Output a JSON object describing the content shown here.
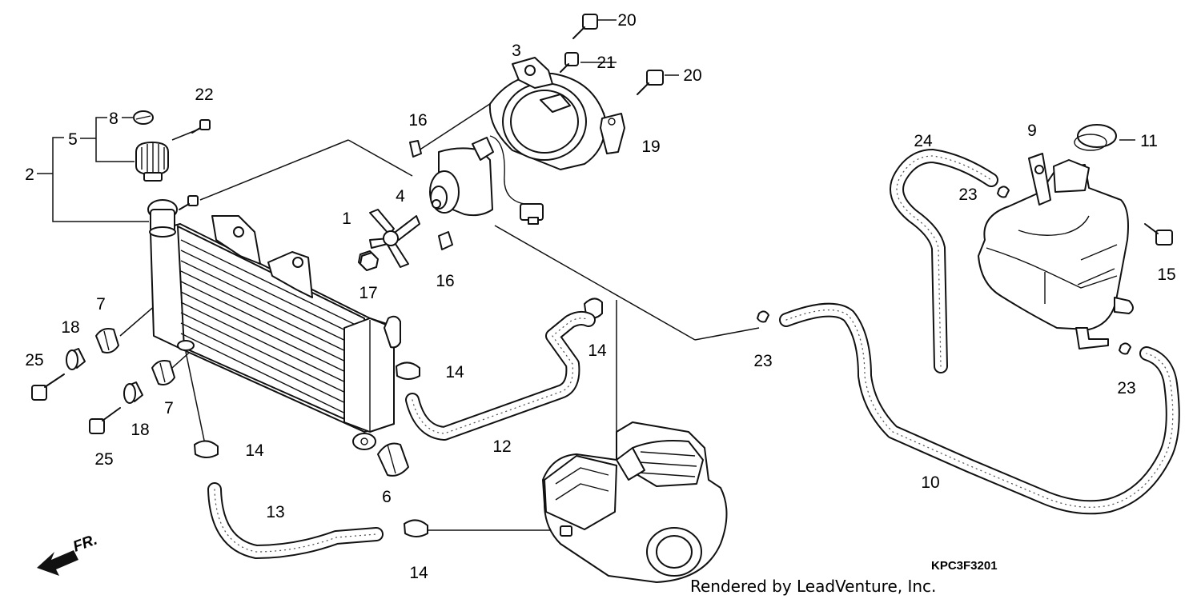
{
  "diagram": {
    "callouts": {
      "c1": "1",
      "c2": "2",
      "c3": "3",
      "c4": "4",
      "c5": "5",
      "c6": "6",
      "c7a": "7",
      "c7b": "7",
      "c8": "8",
      "c9": "9",
      "c10": "10",
      "c11": "11",
      "c12": "12",
      "c13": "13",
      "c14a": "14",
      "c14b": "14",
      "c14c": "14",
      "c14d": "14",
      "c15": "15",
      "c16a": "16",
      "c16b": "16",
      "c17": "17",
      "c18a": "18",
      "c18b": "18",
      "c19": "19",
      "c20a": "20",
      "c20b": "20",
      "c21": "21",
      "c22": "22",
      "c23a": "23",
      "c23b": "23",
      "c23c": "23",
      "c24": "24",
      "c25a": "25",
      "c25b": "25"
    },
    "direction_label": "FR.",
    "diagram_code": "KPC3F3201",
    "credit": "Rendered by LeadVenture, Inc."
  }
}
